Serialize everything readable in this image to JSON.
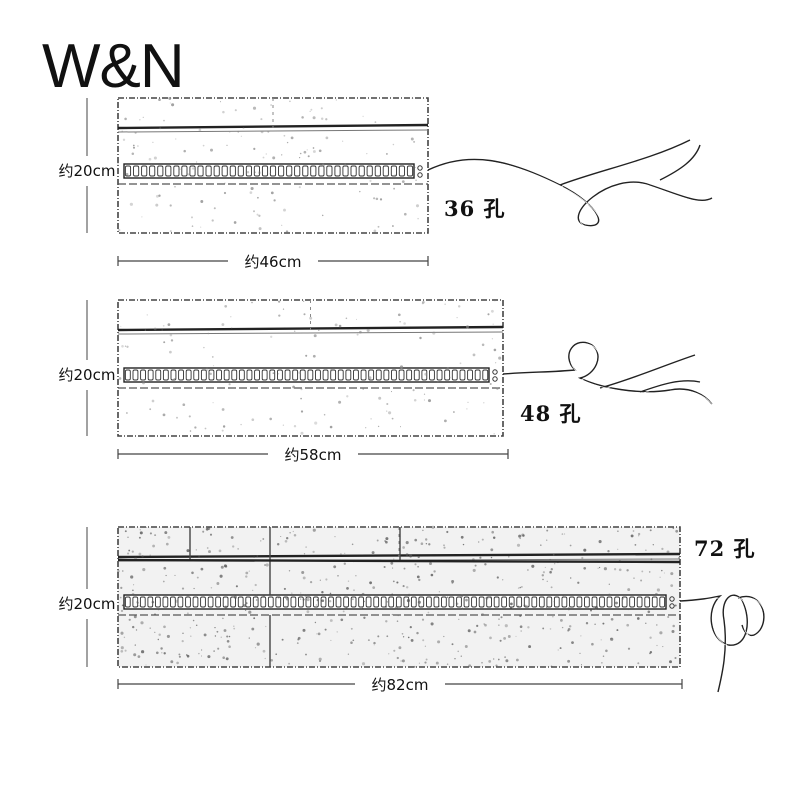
{
  "brand": "W&N",
  "rolls": [
    {
      "height_label": "约20cm",
      "width_label": "约46cm",
      "slots_label": "36 孔",
      "slots": 36
    },
    {
      "height_label": "约20cm",
      "width_label": "约58cm",
      "slots_label": "48 孔",
      "slots": 48
    },
    {
      "height_label": "约20cm",
      "width_label": "约82cm",
      "slots_label": "72 孔",
      "slots": 72
    }
  ]
}
